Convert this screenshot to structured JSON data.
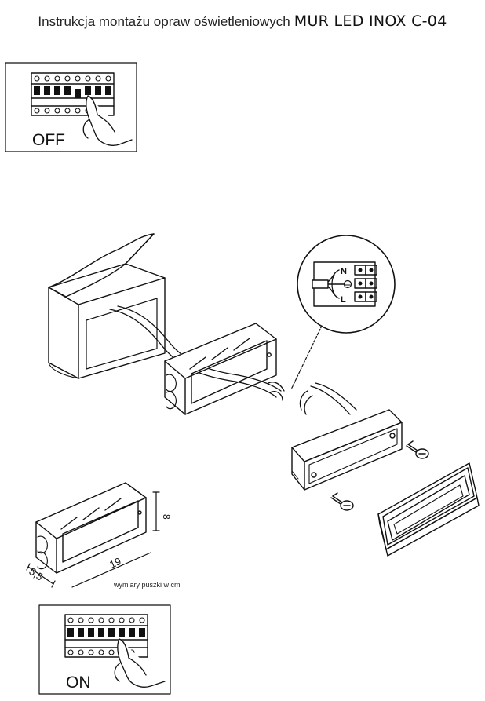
{
  "title": {
    "prefix": "Instrukcja montażu opraw oświetleniowych",
    "product": "MUR LED INOX C-04"
  },
  "switch_off": {
    "label": "OFF"
  },
  "switch_on": {
    "label": "ON"
  },
  "wiring_detail": {
    "n": "N",
    "l": "L"
  },
  "box_dimensions": {
    "height": "8",
    "length": "19",
    "depth": "5,5",
    "caption": "wymiary puszki w cm"
  },
  "colors": {
    "line": "#111111",
    "background": "#ffffff"
  }
}
